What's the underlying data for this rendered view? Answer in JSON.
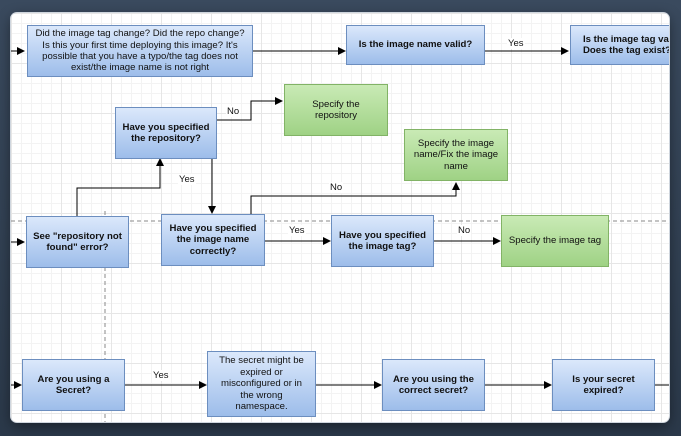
{
  "nodes": {
    "tag_change": "Did the image tag change? Did the repo change? Is this your first time deploying this image? It's possible that you have a typo/the tag does not exist/the image name is not right",
    "image_name_valid": "Is the image name valid?",
    "image_tag_valid": "Is the image tag valid? Does the tag exist?",
    "specified_repo": "Have you specified the repository?",
    "specify_repo": "Specify the repository",
    "specify_image_name": "Specify the image name/Fix the image name",
    "repo_not_found": "See \"repository not found\" error?",
    "specified_image_name": "Have you specified the image name correctly?",
    "specified_image_tag": "Have you specified the image tag?",
    "specify_image_tag": "Specify the image tag",
    "using_secret": "Are you using a Secret?",
    "secret_expired_text": "The secret might be expired or misconfigured or in the wrong namespace.",
    "correct_secret": "Are you using the correct secret?",
    "secret_expired": "Is your secret expired?"
  },
  "edge_labels": {
    "yes_name_valid": "Yes",
    "no_repo": "No",
    "yes_repo": "Yes",
    "no_image_name": "No",
    "yes_image_name": "Yes",
    "no_image_tag": "No",
    "yes_secret": "Yes"
  },
  "colors": {
    "process_fill": "#dae8fc",
    "process_border": "#6c8ebf",
    "action_fill": "#d5e8d4",
    "action_border": "#82b366",
    "connector": "#000000"
  }
}
